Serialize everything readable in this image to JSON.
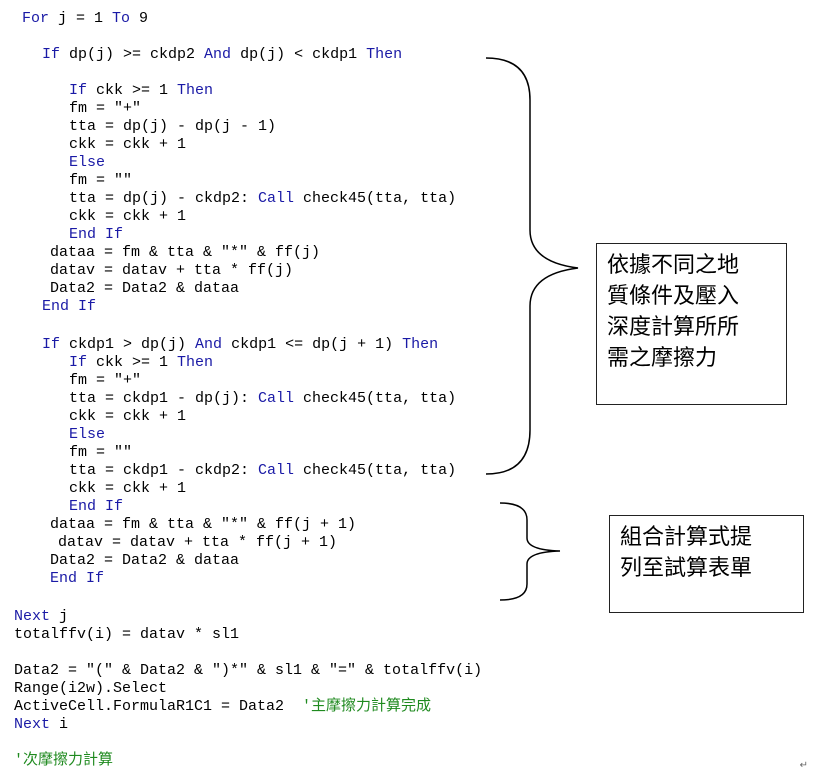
{
  "colors": {
    "keyword": "#1a1aa6",
    "comment": "#1f8a1f",
    "text": "#000000"
  },
  "code_lines": [
    [
      {
        "t": "For",
        "c": "kw"
      },
      {
        "t": " j = 1 "
      },
      {
        "t": "To",
        "c": "kw"
      },
      {
        "t": " 9"
      }
    ],
    [
      {
        "t": "If",
        "c": "kw"
      },
      {
        "t": " dp(j) >= ckdp2 "
      },
      {
        "t": "And",
        "c": "kw"
      },
      {
        "t": " dp(j) < ckdp1 "
      },
      {
        "t": "Then",
        "c": "kw"
      }
    ],
    [
      {
        "t": "If",
        "c": "kw"
      },
      {
        "t": " ckk >= 1 "
      },
      {
        "t": "Then",
        "c": "kw"
      }
    ],
    [
      {
        "t": "fm = \"+\""
      }
    ],
    [
      {
        "t": "tta = dp(j) - dp(j - 1)"
      }
    ],
    [
      {
        "t": "ckk = ckk + 1"
      }
    ],
    [
      {
        "t": "Else",
        "c": "kw"
      }
    ],
    [
      {
        "t": "fm = \"\""
      }
    ],
    [
      {
        "t": "tta = dp(j) - ckdp2: "
      },
      {
        "t": "Call",
        "c": "kw"
      },
      {
        "t": " check45(tta, tta)"
      }
    ],
    [
      {
        "t": "ckk = ckk + 1"
      }
    ],
    [
      {
        "t": "End If",
        "c": "kw"
      }
    ],
    [
      {
        "t": "dataa = fm & tta & \"*\" & ff(j)"
      }
    ],
    [
      {
        "t": "datav = datav + tta * ff(j)"
      }
    ],
    [
      {
        "t": "Data2 = Data2 & dataa"
      }
    ],
    [
      {
        "t": "End If",
        "c": "kw"
      }
    ],
    [
      {
        "t": "If",
        "c": "kw"
      },
      {
        "t": " ckdp1 > dp(j) "
      },
      {
        "t": "And",
        "c": "kw"
      },
      {
        "t": " ckdp1 <= dp(j + 1) "
      },
      {
        "t": "Then",
        "c": "kw"
      }
    ],
    [
      {
        "t": "If",
        "c": "kw"
      },
      {
        "t": " ckk >= 1 "
      },
      {
        "t": "Then",
        "c": "kw"
      }
    ],
    [
      {
        "t": "fm = \"+\""
      }
    ],
    [
      {
        "t": "tta = ckdp1 - dp(j): "
      },
      {
        "t": "Call",
        "c": "kw"
      },
      {
        "t": " check45(tta, tta)"
      }
    ],
    [
      {
        "t": "ckk = ckk + 1"
      }
    ],
    [
      {
        "t": "Else",
        "c": "kw"
      }
    ],
    [
      {
        "t": "fm = \"\""
      }
    ],
    [
      {
        "t": "tta = ckdp1 - ckdp2: "
      },
      {
        "t": "Call",
        "c": "kw"
      },
      {
        "t": " check45(tta, tta)"
      }
    ],
    [
      {
        "t": "ckk = ckk + 1"
      }
    ],
    [
      {
        "t": "End If",
        "c": "kw"
      }
    ],
    [
      {
        "t": "dataa = fm & tta & \"*\" & ff(j + 1)"
      }
    ],
    [
      {
        "t": "datav = datav + tta * ff(j + 1)"
      }
    ],
    [
      {
        "t": "Data2 = Data2 & dataa"
      }
    ],
    [
      {
        "t": "End If",
        "c": "kw"
      }
    ],
    [
      {
        "t": "Next",
        "c": "kw"
      },
      {
        "t": " j"
      }
    ],
    [
      {
        "t": "totalffv(i) = datav * sl1"
      }
    ],
    [
      {
        "t": "Data2 = \"(\" & Data2 & \")*\" & sl1 & \"=\" & totalffv(i)"
      }
    ],
    [
      {
        "t": "Range(i2w).Select"
      }
    ],
    [
      {
        "t": "ActiveCell.FormulaR1C1 = Data2  "
      },
      {
        "t": "'主摩擦力計算完成",
        "c": "cm"
      }
    ],
    [
      {
        "t": "Next",
        "c": "kw"
      },
      {
        "t": " i"
      }
    ],
    [
      {
        "t": "'次摩擦力計算",
        "c": "cm"
      }
    ]
  ],
  "annotations": [
    {
      "lines": [
        "依據不同之地",
        "質條件及壓入",
        "深度計算所所",
        "需之摩擦力"
      ]
    },
    {
      "lines": [
        "組合計算式提",
        "列至試算表單"
      ]
    }
  ],
  "paragraph_mark": "↵"
}
